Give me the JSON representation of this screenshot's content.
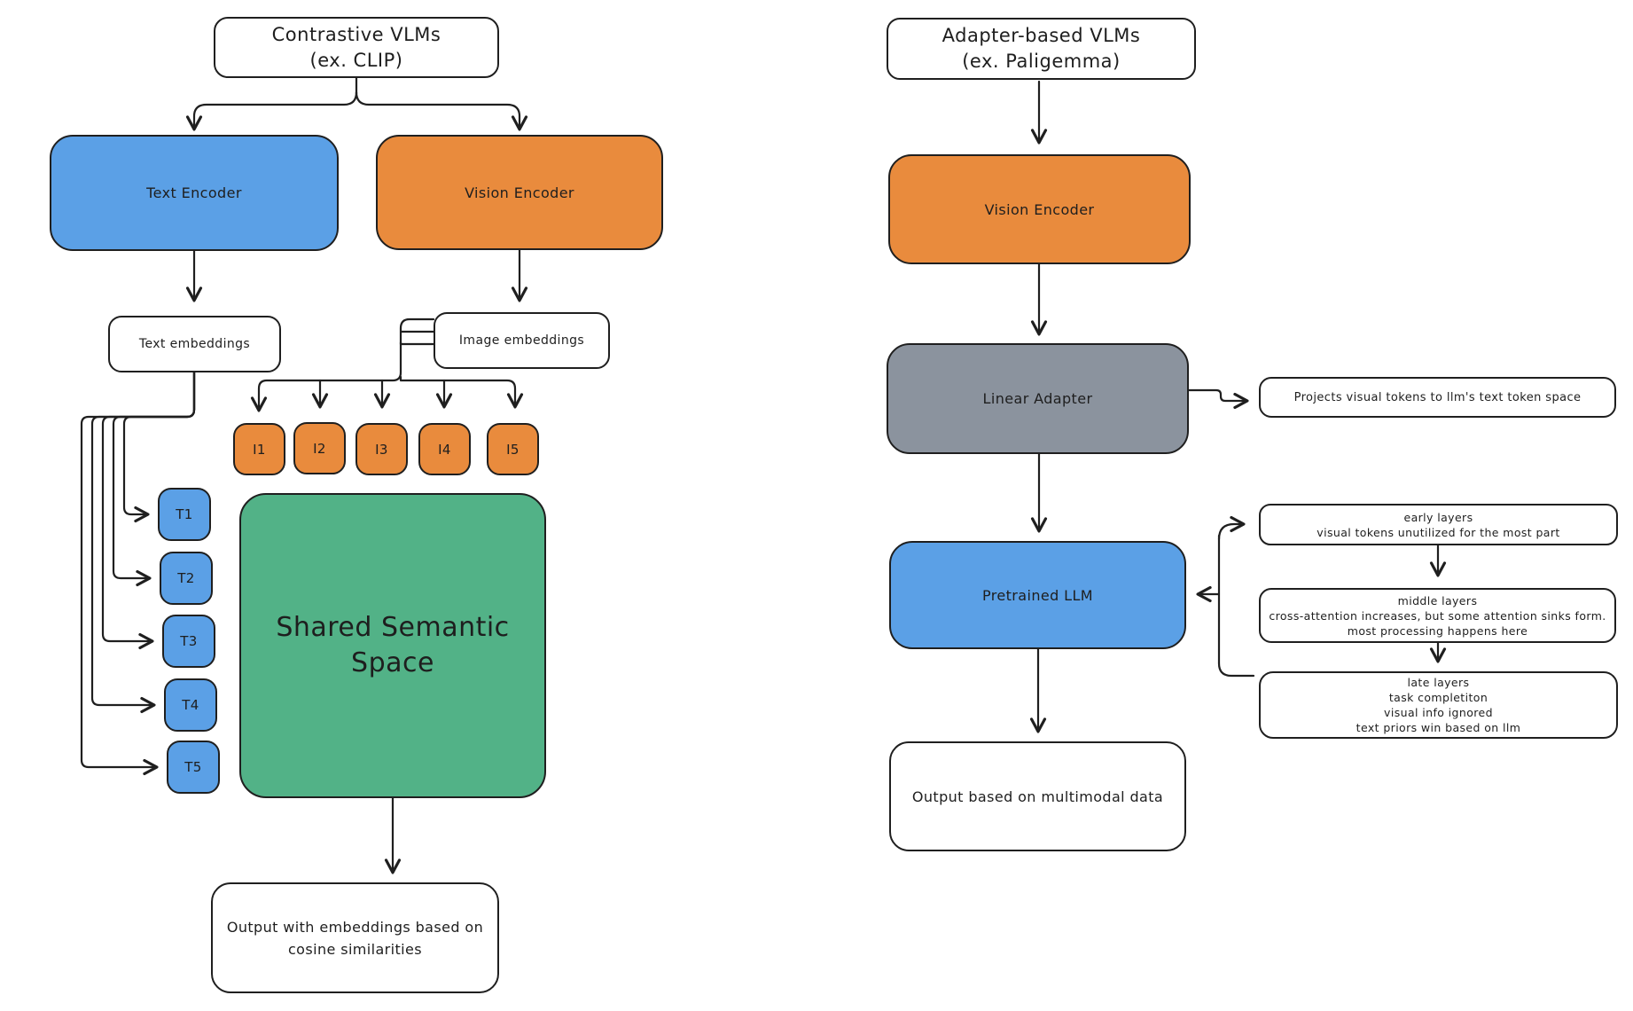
{
  "diagram": {
    "kind": "hand-drawn flowchart comparing two vision-language model architectures"
  },
  "colors": {
    "blue": "#5ba0e6",
    "orange": "#e98b3d",
    "green": "#52b287",
    "gray": "#8b939e",
    "ink": "#1e1e1e",
    "background": "#ffffff"
  },
  "left": {
    "title_line1": "Contrastive VLMs",
    "title_line2": "(ex. CLIP)",
    "text_encoder": "Text Encoder",
    "vision_encoder": "Vision Encoder",
    "text_embeddings": "Text embeddings",
    "image_embeddings": "Image embeddings",
    "image_tokens": [
      "I1",
      "I2",
      "I3",
      "I4",
      "I5"
    ],
    "text_tokens": [
      "T1",
      "T2",
      "T3",
      "T4",
      "T5"
    ],
    "shared_space_line1": "Shared Semantic",
    "shared_space_line2": "Space",
    "output_line1": "Output with embeddings based on",
    "output_line2": "cosine similarities"
  },
  "right": {
    "title_line1": "Adapter-based VLMs",
    "title_line2": "(ex. Paligemma)",
    "vision_encoder": "Vision Encoder",
    "linear_adapter": "Linear Adapter",
    "adapter_note": "Projects visual tokens to llm's text token space",
    "pretrained_llm": "Pretrained LLM",
    "early_layers_line1": "early layers",
    "early_layers_line2": "visual tokens unutilized for the most part",
    "middle_layers_line1": "middle layers",
    "middle_layers_line2": "cross-attention increases, but some attention sinks form.",
    "middle_layers_line3": "most processing happens here",
    "late_layers_line1": "late layers",
    "late_layers_line2": "task completiton",
    "late_layers_line3": "visual info ignored",
    "late_layers_line4": "text priors win based on llm",
    "output": "Output based on multimodal data"
  }
}
